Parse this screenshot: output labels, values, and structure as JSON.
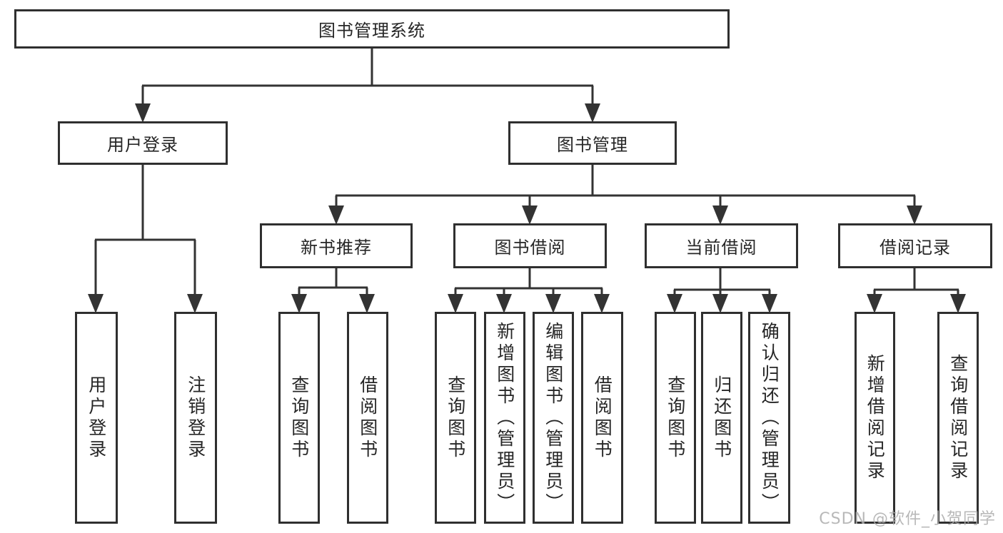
{
  "diagram": {
    "root": {
      "label": "图书管理系统",
      "children": [
        {
          "label": "用户登录",
          "children": [
            {
              "label": "用户登录"
            },
            {
              "label": "注销登录"
            }
          ]
        },
        {
          "label": "图书管理",
          "children": [
            {
              "label": "新书推荐",
              "children": [
                {
                  "label": "查询图书"
                },
                {
                  "label": "借阅图书"
                }
              ]
            },
            {
              "label": "图书借阅",
              "children": [
                {
                  "label": "查询图书"
                },
                {
                  "label": "新增图书（管理员）"
                },
                {
                  "label": "编辑图书（管理员）"
                },
                {
                  "label": "借阅图书"
                }
              ]
            },
            {
              "label": "当前借阅",
              "children": [
                {
                  "label": "查询图书"
                },
                {
                  "label": "归还图书"
                },
                {
                  "label": "确认归还（管理员）"
                }
              ]
            },
            {
              "label": "借阅记录",
              "children": [
                {
                  "label": "新增借阅记录"
                },
                {
                  "label": "查询借阅记录"
                }
              ]
            }
          ]
        }
      ]
    }
  },
  "watermark": "CSDN @软件_小贺同学",
  "colors": {
    "line": "#333333",
    "box_border": "#2f2f2f",
    "text": "#262626",
    "watermark": "#ababab",
    "background": "#ffffff"
  }
}
